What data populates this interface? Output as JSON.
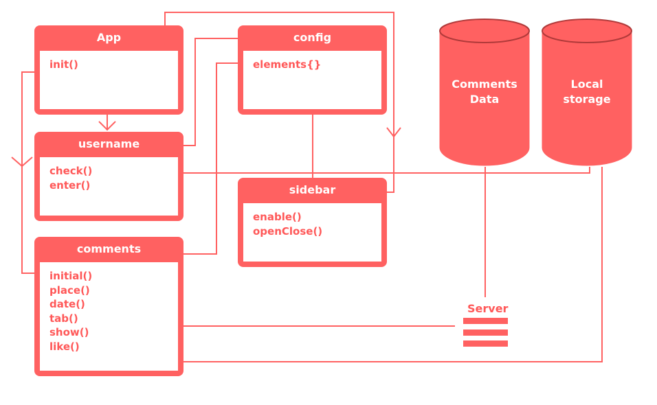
{
  "colors": {
    "accent": "#ff6161",
    "text_accent": "#ff5858",
    "background": "#ffffff"
  },
  "boxes": {
    "app": {
      "title": "App",
      "methods": [
        "init()"
      ]
    },
    "config": {
      "title": "config",
      "methods": [
        "elements{}"
      ]
    },
    "username": {
      "title": "username",
      "methods": [
        "check()",
        "enter()"
      ]
    },
    "sidebar": {
      "title": "sidebar",
      "methods": [
        "enable()",
        "openClose()"
      ]
    },
    "comments": {
      "title": "comments",
      "methods": [
        "initial()",
        "place()",
        "date()",
        "tab()",
        "show()",
        "like()"
      ]
    }
  },
  "databases": {
    "comments_data": {
      "line1": "Comments",
      "line2": "Data",
      "icon": "database-cylinder-icon"
    },
    "local_storage": {
      "line1": "Local",
      "line2": "storage",
      "icon": "database-cylinder-icon"
    }
  },
  "server": {
    "label": "Server",
    "icon": "server-stack-icon"
  }
}
